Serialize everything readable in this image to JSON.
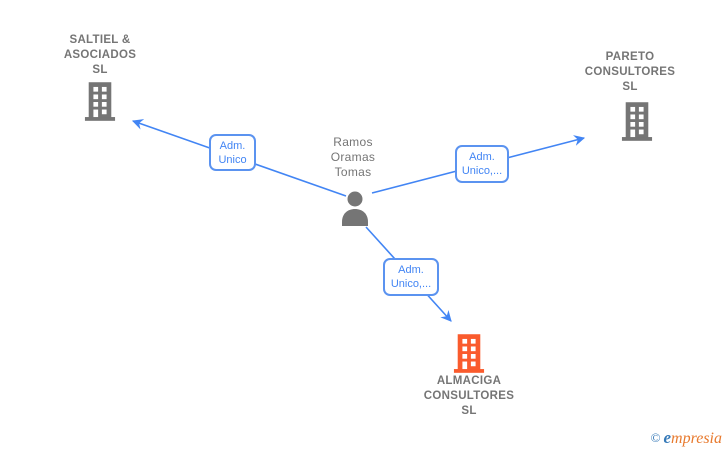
{
  "diagram": {
    "person": {
      "name": "Ramos Oramas Tomas",
      "name_lines": [
        "Ramos",
        "Oramas",
        "Tomas"
      ]
    },
    "companies": [
      {
        "id": "saltiel",
        "name": "SALTIEL & ASOCIADOS SL",
        "name_lines": [
          "SALTIEL &",
          "ASOCIADOS",
          "SL"
        ],
        "highlight": false
      },
      {
        "id": "pareto",
        "name": "PARETO CONSULTORES SL",
        "name_lines": [
          "PARETO",
          "CONSULTORES",
          "SL"
        ],
        "highlight": false
      },
      {
        "id": "almaciga",
        "name": "ALMACIGA CONSULTORES SL",
        "name_lines": [
          "ALMACIGA",
          "CONSULTORES",
          "SL"
        ],
        "highlight": true
      }
    ],
    "edges": [
      {
        "from": "person",
        "to": "saltiel",
        "label": "Adm. Unico",
        "label_lines": [
          "Adm.",
          "Unico"
        ]
      },
      {
        "from": "person",
        "to": "pareto",
        "label": "Adm. Unico,...",
        "label_lines": [
          "Adm.",
          "Unico,..."
        ]
      },
      {
        "from": "person",
        "to": "almaciga",
        "label": "Adm. Unico,...",
        "label_lines": [
          "Adm.",
          "Unico,..."
        ]
      }
    ]
  },
  "watermark": {
    "copyright": "©",
    "brand_first": "e",
    "brand_rest": "mpresia"
  },
  "colors": {
    "edge_blue": "#4285F4",
    "node_gray": "#757575",
    "highlight_orange": "#FA5B2D",
    "watermark_blue": "#3579B8",
    "watermark_orange": "#E87A2E",
    "background": "#FFFFFF"
  }
}
